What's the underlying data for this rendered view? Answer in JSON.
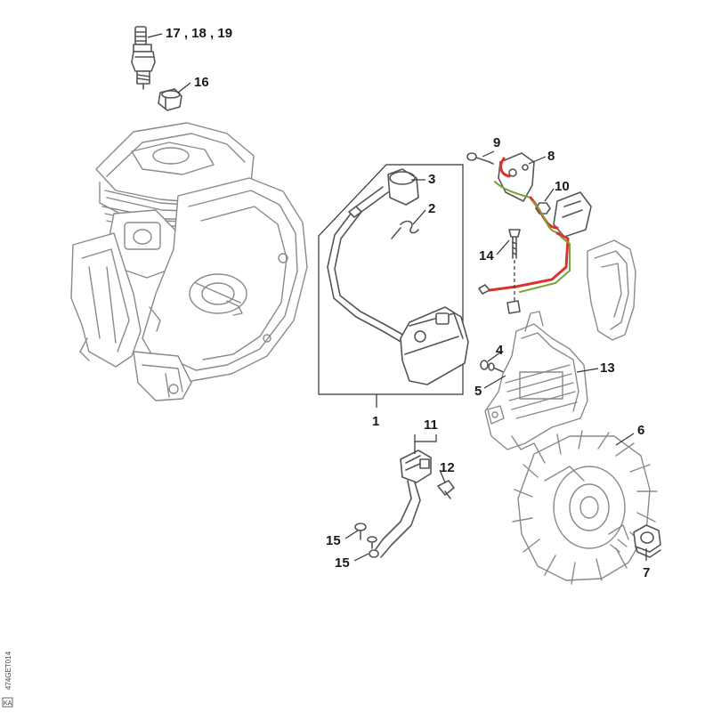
{
  "callouts": {
    "c1": "1",
    "c2": "2",
    "c3": "3",
    "c4": "4",
    "c5": "5",
    "c6": "6",
    "c7": "7",
    "c8": "8",
    "c9": "9",
    "c10": "10",
    "c11": "11",
    "c12": "12",
    "c13": "13",
    "c14": "14",
    "c15a": "15",
    "c15b": "15",
    "c16": "16",
    "c17": "17 , 18 , 19"
  },
  "side_code": "474GET014",
  "corner_mark": "KA",
  "colors": {
    "wire_red": "#d9342b",
    "wire_green": "#7aa33a",
    "line_grey": "#8a8a8a"
  }
}
